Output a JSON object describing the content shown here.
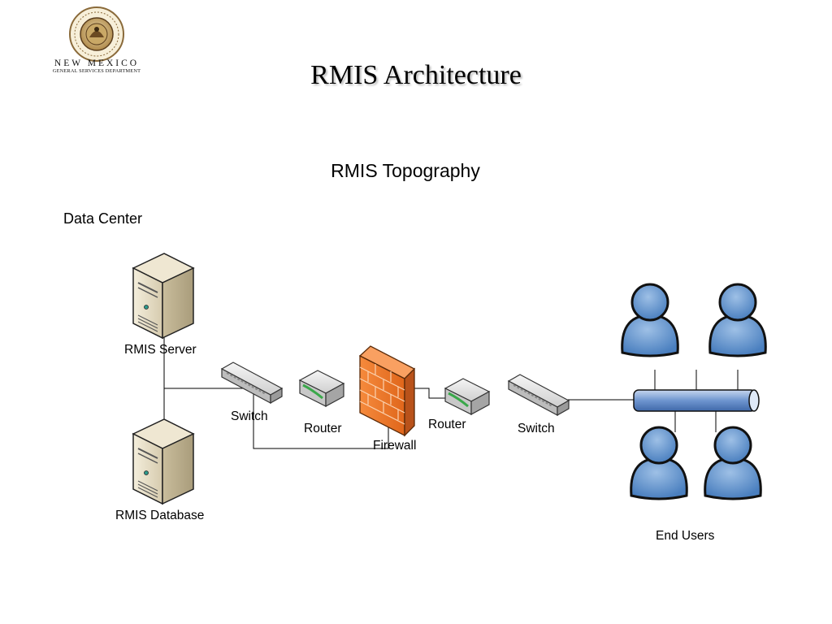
{
  "slide": {
    "title": "RMIS Architecture",
    "subtitle": "RMIS Topography",
    "section_label": "Data Center"
  },
  "logo": {
    "line1": "NEW MEXICO",
    "line2": "GENERAL SERVICES DEPARTMENT"
  },
  "nodes": {
    "rmis_server": "RMIS Server",
    "rmis_database": "RMIS Database",
    "switch_left": "Switch",
    "router_left": "Router",
    "firewall": "Firewall",
    "router_right": "Router",
    "switch_right": "Switch",
    "end_users": "End Users"
  },
  "colors": {
    "firewall": "#f07a2a",
    "user": "#5b8fc7",
    "server": "#e6dcc3",
    "network_device": "#d8d8d8"
  },
  "icons": [
    "state-seal-logo",
    "server-icon",
    "database-server-icon",
    "switch-icon",
    "router-icon",
    "firewall-icon",
    "network-bus-icon",
    "user-icon"
  ]
}
